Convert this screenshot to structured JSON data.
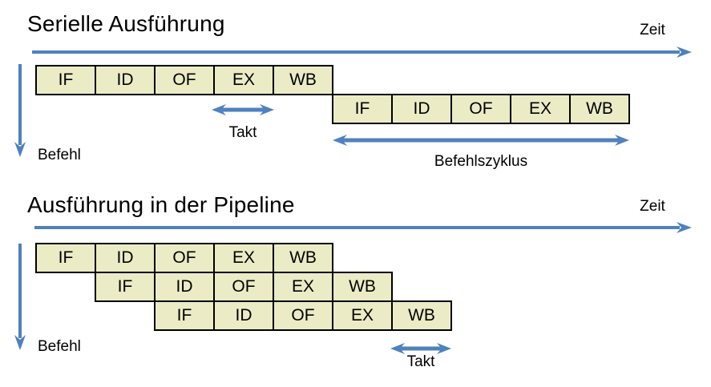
{
  "colors": {
    "box-fill": "#ebecc6",
    "box-border": "#000000",
    "arrow-blue": "#4f81bd",
    "text-color": "#000000"
  },
  "serial": {
    "title": "Serielle Ausführung",
    "time_label": "Zeit",
    "instruction_label": "Befehl",
    "clock_label": "Takt",
    "cycle_label": "Befehlszyklus",
    "rows": [
      [
        "IF",
        "ID",
        "OF",
        "EX",
        "WB"
      ],
      [
        "IF",
        "ID",
        "OF",
        "EX",
        "WB"
      ]
    ]
  },
  "pipeline": {
    "title": "Ausführung in der Pipeline",
    "time_label": "Zeit",
    "instruction_label": "Befehl",
    "clock_label": "Takt",
    "rows": [
      [
        "IF",
        "ID",
        "OF",
        "EX",
        "WB"
      ],
      [
        "IF",
        "ID",
        "OF",
        "EX",
        "WB"
      ],
      [
        "IF",
        "ID",
        "OF",
        "EX",
        "WB"
      ]
    ]
  }
}
